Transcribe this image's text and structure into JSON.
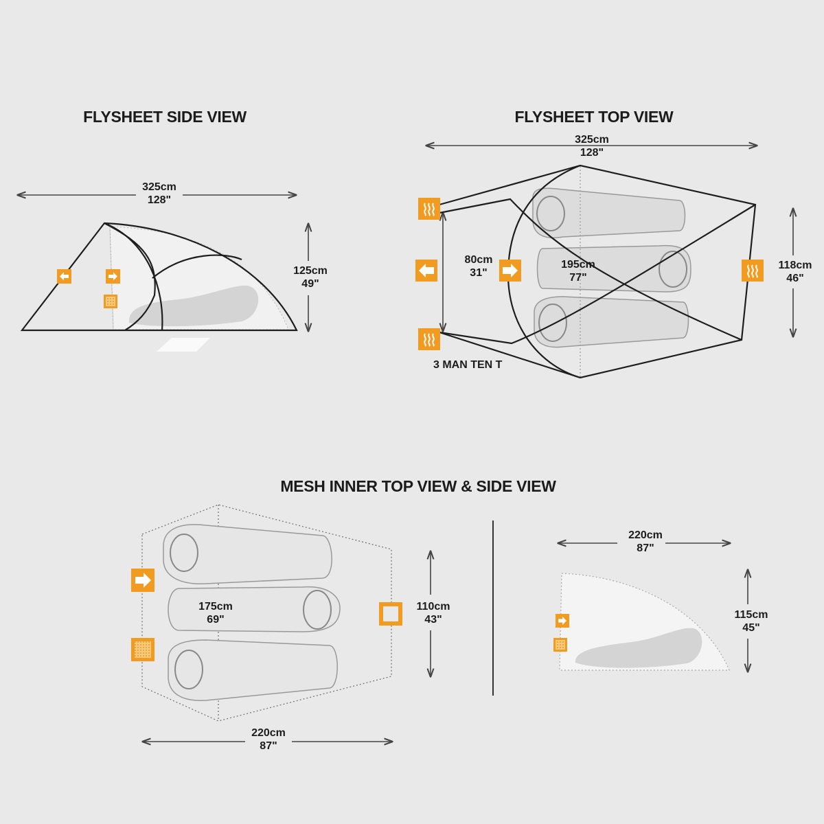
{
  "titles": {
    "flysheet_side": "FLYSHEET SIDE VIEW",
    "flysheet_top": "FLYSHEET TOP VIEW",
    "mesh_inner": "MESH INNER TOP VIEW & SIDE VIEW"
  },
  "dimensions": {
    "side_length": {
      "cm": "325cm",
      "in": "128\""
    },
    "side_height": {
      "cm": "125cm",
      "in": "49\""
    },
    "top_length": {
      "cm": "325cm",
      "in": "128\""
    },
    "top_width": {
      "cm": "118cm",
      "in": "46\""
    },
    "top_door": {
      "cm": "80cm",
      "in": "31\""
    },
    "top_inner": {
      "cm": "195cm",
      "in": "77\""
    },
    "mesh_length": {
      "cm": "220cm",
      "in": "87\""
    },
    "mesh_width": {
      "cm": "110cm",
      "in": "43\""
    },
    "mesh_inner": {
      "cm": "175cm",
      "in": "69\""
    },
    "mesh_side_len": {
      "cm": "220cm",
      "in": "87\""
    },
    "mesh_side_ht": {
      "cm": "115cm",
      "in": "45\""
    }
  },
  "labels": {
    "capacity": "3 MAN TEN T"
  },
  "icons": [
    "door-arrow-icon",
    "vent-icon",
    "mesh-panel-icon",
    "window-icon"
  ],
  "colors": {
    "background": "#e9e9e9",
    "accent": "#f29b21",
    "line": "#222222",
    "dim_line": "#444444"
  }
}
